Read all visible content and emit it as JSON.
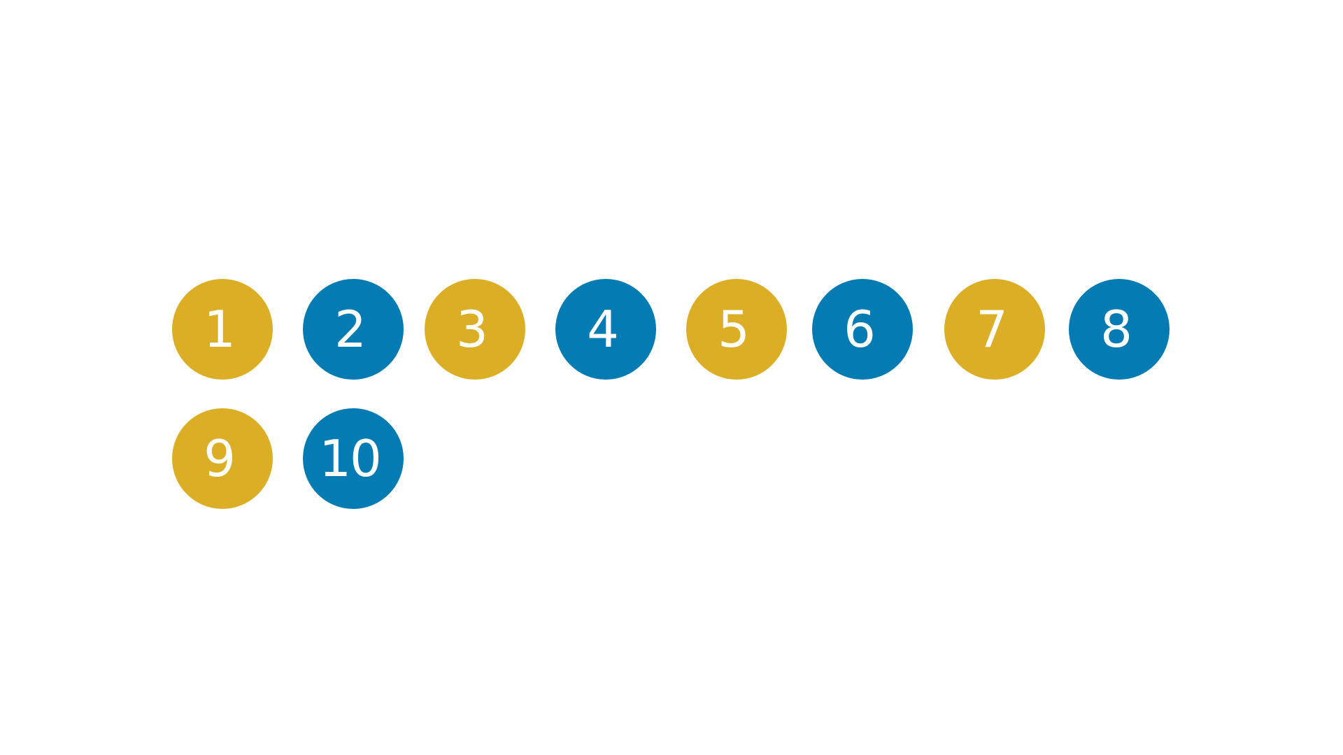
{
  "colors": {
    "background": "#ffffff",
    "gold": "#DCAE26",
    "blue": "#047CB3",
    "label": "#ffffff"
  },
  "dots": [
    {
      "label": "1",
      "color": "gold"
    },
    {
      "label": "2",
      "color": "blue"
    },
    {
      "label": "3",
      "color": "gold"
    },
    {
      "label": "4",
      "color": "blue"
    },
    {
      "label": "5",
      "color": "gold"
    },
    {
      "label": "6",
      "color": "blue"
    },
    {
      "label": "7",
      "color": "gold"
    },
    {
      "label": "8",
      "color": "blue"
    },
    {
      "label": "9",
      "color": "gold"
    },
    {
      "label": "10",
      "color": "blue"
    }
  ]
}
